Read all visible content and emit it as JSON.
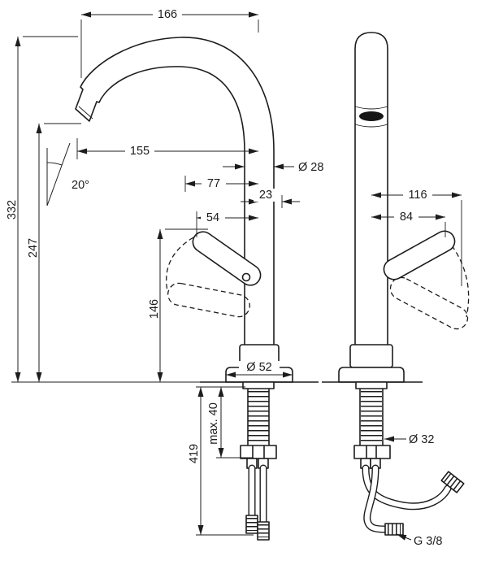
{
  "drawing": {
    "kind": "faucet-installation-dimension-drawing",
    "side_view": {
      "dim_top_width": "166",
      "dim_total_height": "332",
      "dim_spout_reach": "155",
      "dim_spout_angle": "20°",
      "dim_handle_reach": "77",
      "dim_handle_offset": "23",
      "dim_handle_width": "54",
      "dim_spout_diameter": "Ø 28",
      "dim_handle_height": "146",
      "dim_spout_height": "247",
      "dim_base_diameter": "Ø 52",
      "dim_hose_length": "419",
      "dim_max_counter_thickness": "max. 40"
    },
    "front_view": {
      "dim_handle_swing_reach": "116",
      "dim_handle_reach": "84",
      "dim_shank_diameter": "Ø 32",
      "dim_connection_thread": "G 3/8"
    },
    "colors": {
      "line": "#1c1c1c",
      "background": "#ffffff"
    }
  }
}
